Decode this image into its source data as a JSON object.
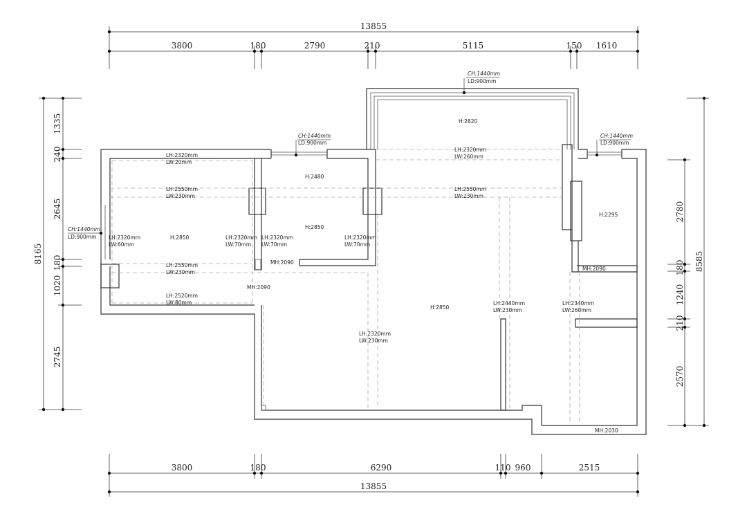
{
  "dimensions": {
    "top_total": "13855",
    "top_segments": [
      "3800",
      "180",
      "2790",
      "210",
      "5115",
      "150",
      "1610"
    ],
    "bottom_total": "13855",
    "bottom_segments": [
      "3800",
      "180",
      "6290",
      "110",
      "960",
      "2515"
    ],
    "left_total": "8165",
    "left_segments": [
      "1335",
      "240",
      "2645",
      "180",
      "1020",
      "2745"
    ],
    "right_total": "8585",
    "right_segments": [
      "2780",
      "180",
      "1240",
      "210",
      "2570"
    ]
  },
  "windows": {
    "top_room": {
      "ch": "CH:1440mm",
      "ld": "LD:900mm"
    },
    "mid_top": {
      "ch": "CH:1440mm",
      "ld": "LD:900mm"
    },
    "right_top": {
      "ch": "CH:1440mm",
      "ld": "LD:900mm"
    },
    "left": {
      "ch": "CH:1440mm",
      "ld": "LD:900mm"
    }
  },
  "heights": {
    "top_room": "H:2820",
    "mid_upper": "H:2480",
    "mid_lower": "H:2850",
    "left_room": "H:2850",
    "main_room": "H:2850",
    "right_room": "H:2295"
  },
  "door_heights": {
    "mh1": "MH:2090",
    "mh2": "MH:2090",
    "mh3": "MH:2090",
    "mh4": "MH:2030"
  },
  "beams": {
    "b1": {
      "lh": "LH:2320mm",
      "lw": "LW:20mm"
    },
    "b2": {
      "lh": "LH:2550mm",
      "lw": "LW:230mm"
    },
    "b3": {
      "lh": "LH:2320mm",
      "lw": "LW:60mm"
    },
    "b4": {
      "lh": "LH:2320mm",
      "lw": "LW:70mm"
    },
    "b5": {
      "lh": "LH:2320mm",
      "lw": "LW:70mm"
    },
    "b6": {
      "lh": "LH:2320mm",
      "lw": "LW:70mm"
    },
    "b7": {
      "lh": "LH:2550mm",
      "lw": "LW:230mm"
    },
    "b8": {
      "lh": "LH:2520mm",
      "lw": "LW:80mm"
    },
    "b9": {
      "lh": "LH:2320mm",
      "lw": "LW:260mm"
    },
    "b10": {
      "lh": "LH:2550mm",
      "lw": "LW:230mm"
    },
    "b11": {
      "lh": "LH:2320mm",
      "lw": "LW:230mm"
    },
    "b12": {
      "lh": "LH:2440mm",
      "lw": "LW:230mm"
    },
    "b13": {
      "lh": "LH:2340mm",
      "lw": "LW:260mm"
    }
  }
}
